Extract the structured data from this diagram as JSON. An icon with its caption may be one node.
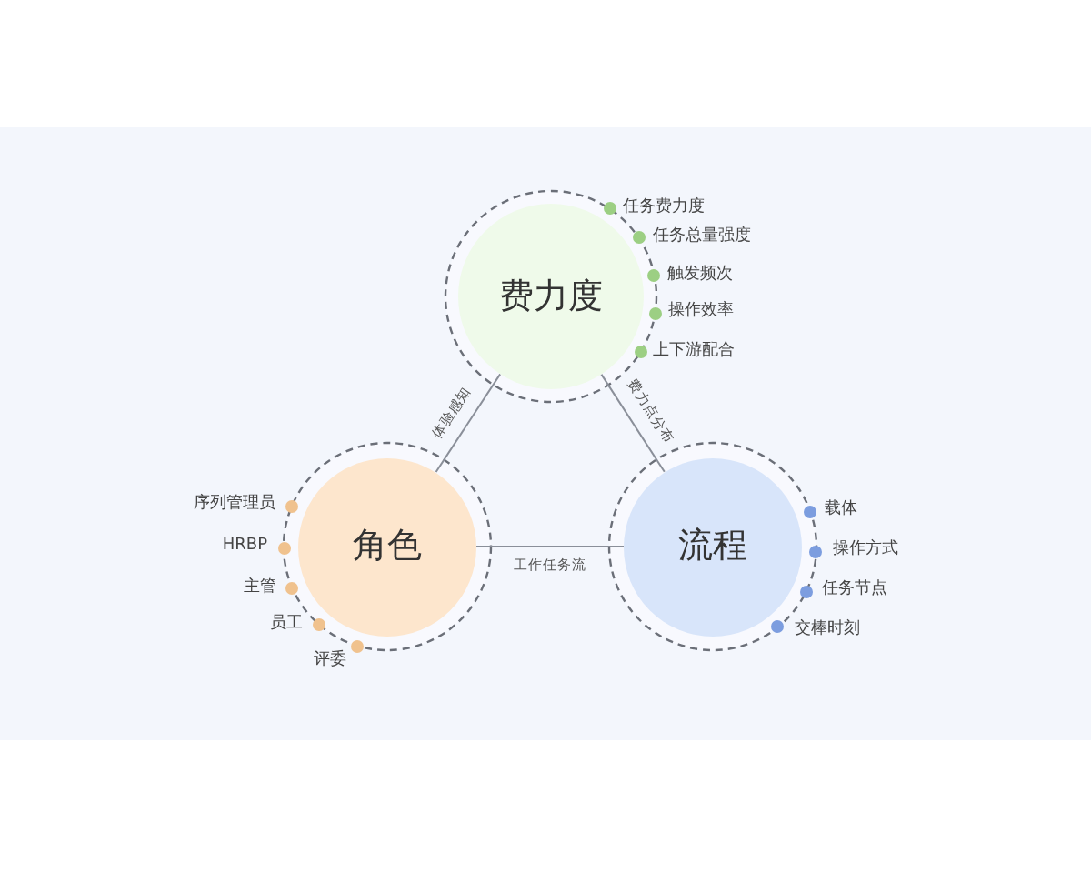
{
  "diagram": {
    "nodes": [
      {
        "text": [
          "费力度"
        ],
        "beside": [
          "任务费力度",
          "任务总量强度",
          "触发频次",
          "操作效率",
          "上下游配合"
        ]
      },
      {
        "text": [
          "角色"
        ],
        "beside": [
          "序列管理员",
          "HRBP",
          "主管",
          "员工",
          "评委"
        ]
      },
      {
        "text": [
          "流程"
        ],
        "beside": [
          "载体",
          "操作方式",
          "任务节点",
          "交棒时刻"
        ]
      }
    ],
    "edges": [
      {
        "from": 0,
        "to": 1,
        "arrow": "none",
        "label": "体验感知"
      },
      {
        "from": 0,
        "to": 2,
        "arrow": "none",
        "label": "费力点分布"
      },
      {
        "from": 1,
        "to": 2,
        "arrow": "none",
        "label": "工作任务流"
      }
    ]
  }
}
